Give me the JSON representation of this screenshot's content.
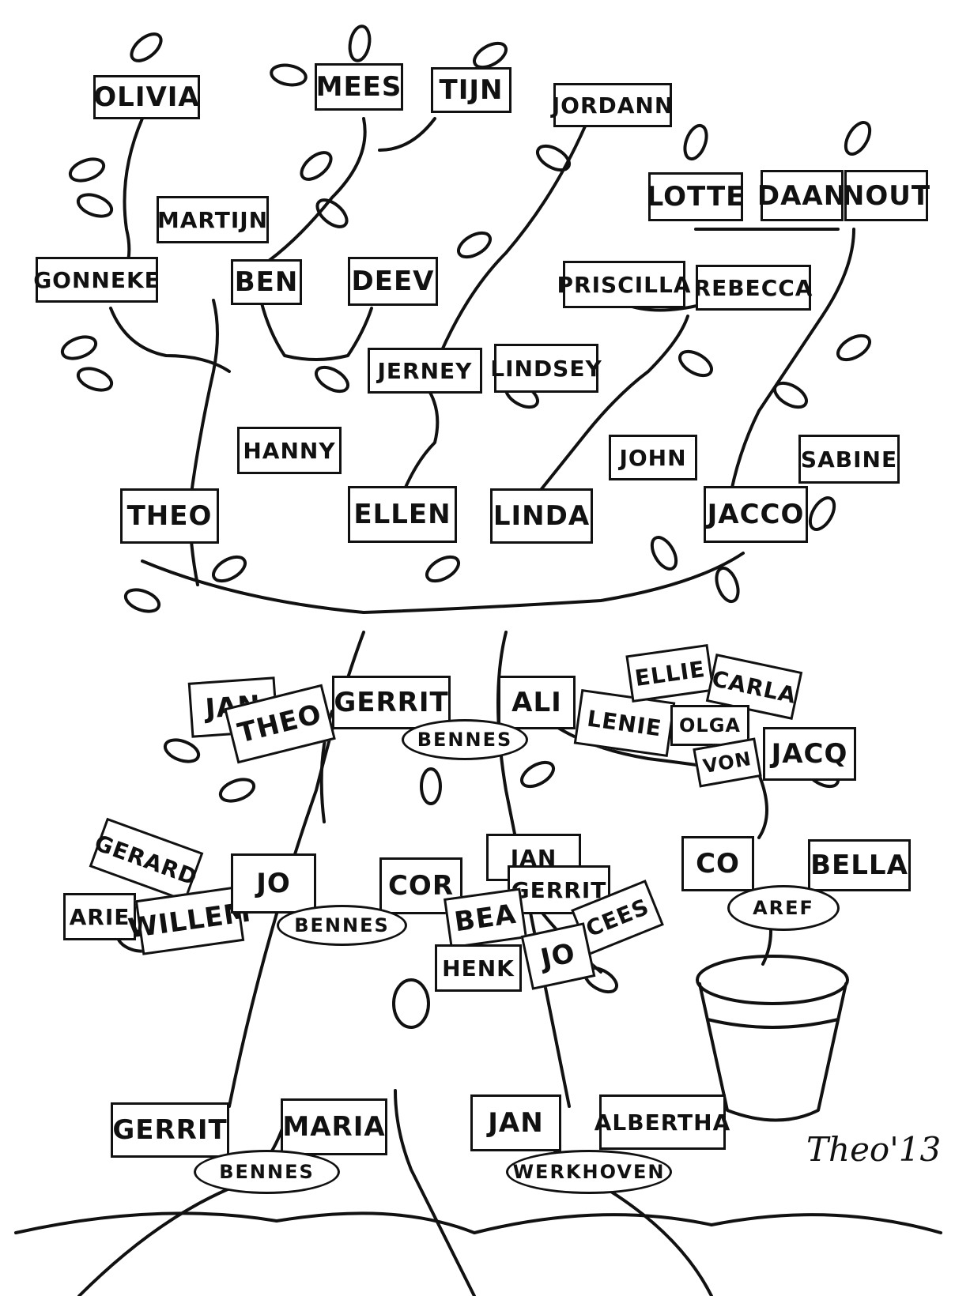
{
  "title": "",
  "signature": "Theo'13",
  "family_names": {
    "roots": [
      "BENNES",
      "WERKHOVEN",
      "AREF"
    ]
  },
  "names": {
    "olivia": "OLIVIA",
    "mees": "MEES",
    "tijn": "TIJN",
    "jordann": "JORDANN",
    "lotte": "LOTTE",
    "daan": "DAAN",
    "nout": "NOUT",
    "martijn": "MARTIJN",
    "gonneke": "GONNEKE",
    "ben": "BEN",
    "deev": "DEEV",
    "priscilla": "PRISCILLA",
    "rebecca": "REBECCA",
    "jerney": "JERNEY",
    "lindsey": "LINDSEY",
    "hanny": "HANNY",
    "john": "JOHN",
    "sabine": "SABINE",
    "theo_gen3": "THEO",
    "ellen": "ELLEN",
    "linda": "LINDA",
    "jacco": "JACCO",
    "jan_gen2": "JAN",
    "theo_gen2": "THEO",
    "gerrit_gen2": "GERRIT",
    "ali": "ALI",
    "lenie": "LENIE",
    "ellie": "ELLIE",
    "carla": "CARLA",
    "olga": "OLGA",
    "von": "VON",
    "jacq": "JACQ",
    "co": "CO",
    "bella": "BELLA",
    "gerard": "GERARD",
    "arie": "ARIE",
    "willem": "WILLEM",
    "jo_gen1": "JO",
    "cor": "COR",
    "jan_gen1": "JAN",
    "gerrit_gen1": "GERRIT",
    "bea": "BEA",
    "cees": "CEES",
    "henk": "HENK",
    "jo_gen1b": "JO",
    "gerrit_root": "GERRIT",
    "maria": "MARIA",
    "jan_root": "JAN",
    "albertha": "ALBERTHA"
  },
  "ovals": {
    "bennes_gen2": "BENNES",
    "bennes_gen1": "BENNES",
    "bennes_root": "BENNES",
    "werkhoven_root": "WERKHOVEN",
    "aref_pot": "AREF"
  }
}
